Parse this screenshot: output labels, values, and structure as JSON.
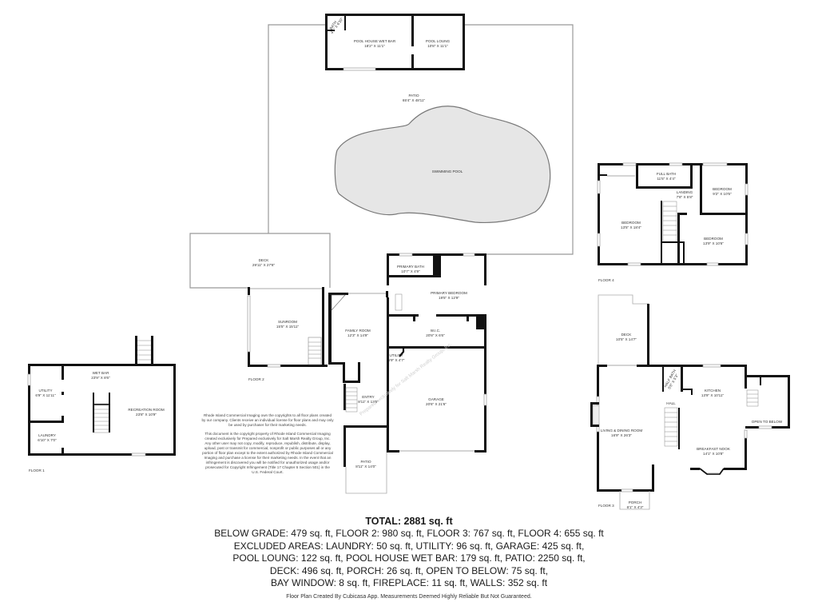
{
  "floors": {
    "floor1": {
      "label": "FLOOR 1",
      "rooms": [
        {
          "name": "WET BAR",
          "dims": "23'9\" X 8'6\""
        },
        {
          "name": "UTILITY",
          "dims": "6'9\" X 11'11\""
        },
        {
          "name": "LAUNDRY",
          "dims": "6'10\" X 7'0\""
        },
        {
          "name": "RECREATION ROOM",
          "dims": "23'8\" X 10'9\""
        }
      ]
    },
    "floor2": {
      "label": "FLOOR 2",
      "rooms": [
        {
          "name": "BATH",
          "dims": "4'1\" X 6'10\""
        },
        {
          "name": "POOL HOUSE WET BAR",
          "dims": "18'2\" X 11'1\""
        },
        {
          "name": "POOL LOUNG",
          "dims": "10'8\" X 11'1\""
        },
        {
          "name": "PATIO",
          "dims": "65'4\" X 48'11\""
        },
        {
          "name": "SWIMMING POOL",
          "dims": ""
        },
        {
          "name": "DECK",
          "dims": "29'11\" X 27'8\""
        },
        {
          "name": "SUNROOM",
          "dims": "15'5\" X 15'11\""
        },
        {
          "name": "PRIMARY BATH",
          "dims": "10'7\" X 4'9\""
        },
        {
          "name": "PRIMARY BEDROOM",
          "dims": "19'5\" X 12'9\""
        },
        {
          "name": "FAMILY ROOM",
          "dims": "12'3\" X 14'9\""
        },
        {
          "name": "W.I.C.",
          "dims": "20'8\" X 6'6\""
        },
        {
          "name": "UTILITY",
          "dims": "5'9\" X 4'7\""
        },
        {
          "name": "ENTRY",
          "dims": "8'11\" X 13'5\""
        },
        {
          "name": "GARAGE",
          "dims": "20'6\" X 21'6\""
        },
        {
          "name": "PATIO",
          "dims": "8'11\" X 14'0\""
        }
      ]
    },
    "floor3": {
      "label": "FLOOR 3",
      "rooms": [
        {
          "name": "DECK",
          "dims": "10'5\" X 14'7\""
        },
        {
          "name": "HALF BATH",
          "dims": "5'6\" X 5'3\""
        },
        {
          "name": "HALL",
          "dims": ""
        },
        {
          "name": "KITCHEN",
          "dims": "13'9\" X 10'11\""
        },
        {
          "name": "OPEN TO BELOW",
          "dims": ""
        },
        {
          "name": "LIVING & DINING ROOM",
          "dims": "16'9\" X 26'3\""
        },
        {
          "name": "BREAKFAST NOOK",
          "dims": "14'1\" X 10'8\""
        },
        {
          "name": "PORCH",
          "dims": "6'1\" X 4'3\""
        }
      ]
    },
    "floor4": {
      "label": "FLOOR 4",
      "rooms": [
        {
          "name": "FULL BATH",
          "dims": "11'5\" X 4'4\""
        },
        {
          "name": "LANDING",
          "dims": "7'8\" X 5'8\""
        },
        {
          "name": "BEDROOM",
          "dims": "9'2\" X 10'5\""
        },
        {
          "name": "BEDROOM",
          "dims": "13'5\" X 18'4\""
        },
        {
          "name": "BEDROOM",
          "dims": "13'9\" X 10'6\""
        }
      ]
    }
  },
  "copyright": {
    "p1": "Rhode Island Commercial Imaging own the copyrights to all floor plans created by our company. Clients receive an individual license for floor plans and may only be used by purchaser for their marketing needs.",
    "p2": "This document is the copyright property of Rhode Island Commercial Imaging created exclusively for Prepared exclusively for Salt Marsh Realty Group, Inc. Any other user may not copy, modify, reproduce, republish, distribute, display, upload, post or transmit for commercial, nonprofit or public purposes all or any portion of floor plan except to the extent authorized by Rhode Island Commercial Imaging and purchase a license for their marketing needs. In the event that an infringement is discovered you will be notified for unauthorized usage and/or prosecuted for Copyright Infringement (Title 17 Chapter 5 Section 501) in the U.S. Federal Court."
  },
  "watermark": "Prepared exclusively for Salt Marsh Realty Group, Inc.",
  "summary": {
    "total": "TOTAL: 2881 sq. ft",
    "lines": [
      "BELOW GRADE: 479 sq. ft, FLOOR 2: 980 sq. ft, FLOOR 3: 767 sq. ft, FLOOR 4: 655 sq. ft",
      "EXCLUDED AREAS: LAUNDRY: 50 sq. ft, UTILITY: 96 sq. ft, GARAGE: 425 sq. ft,",
      "POOL LOUNG: 122 sq. ft, POOL HOUSE WET BAR: 179 sq. ft, PATIO: 2250 sq. ft,",
      "DECK: 496 sq. ft, PORCH: 26 sq. ft, OPEN TO BELOW: 75 sq. ft,",
      "BAY WINDOW: 8 sq. ft, FIREPLACE: 11 sq. ft, WALLS: 352 sq. ft"
    ]
  },
  "footer": "Floor Plan Created By Cubicasa App. Measurements Deemed Highly Reliable But Not Guaranteed."
}
